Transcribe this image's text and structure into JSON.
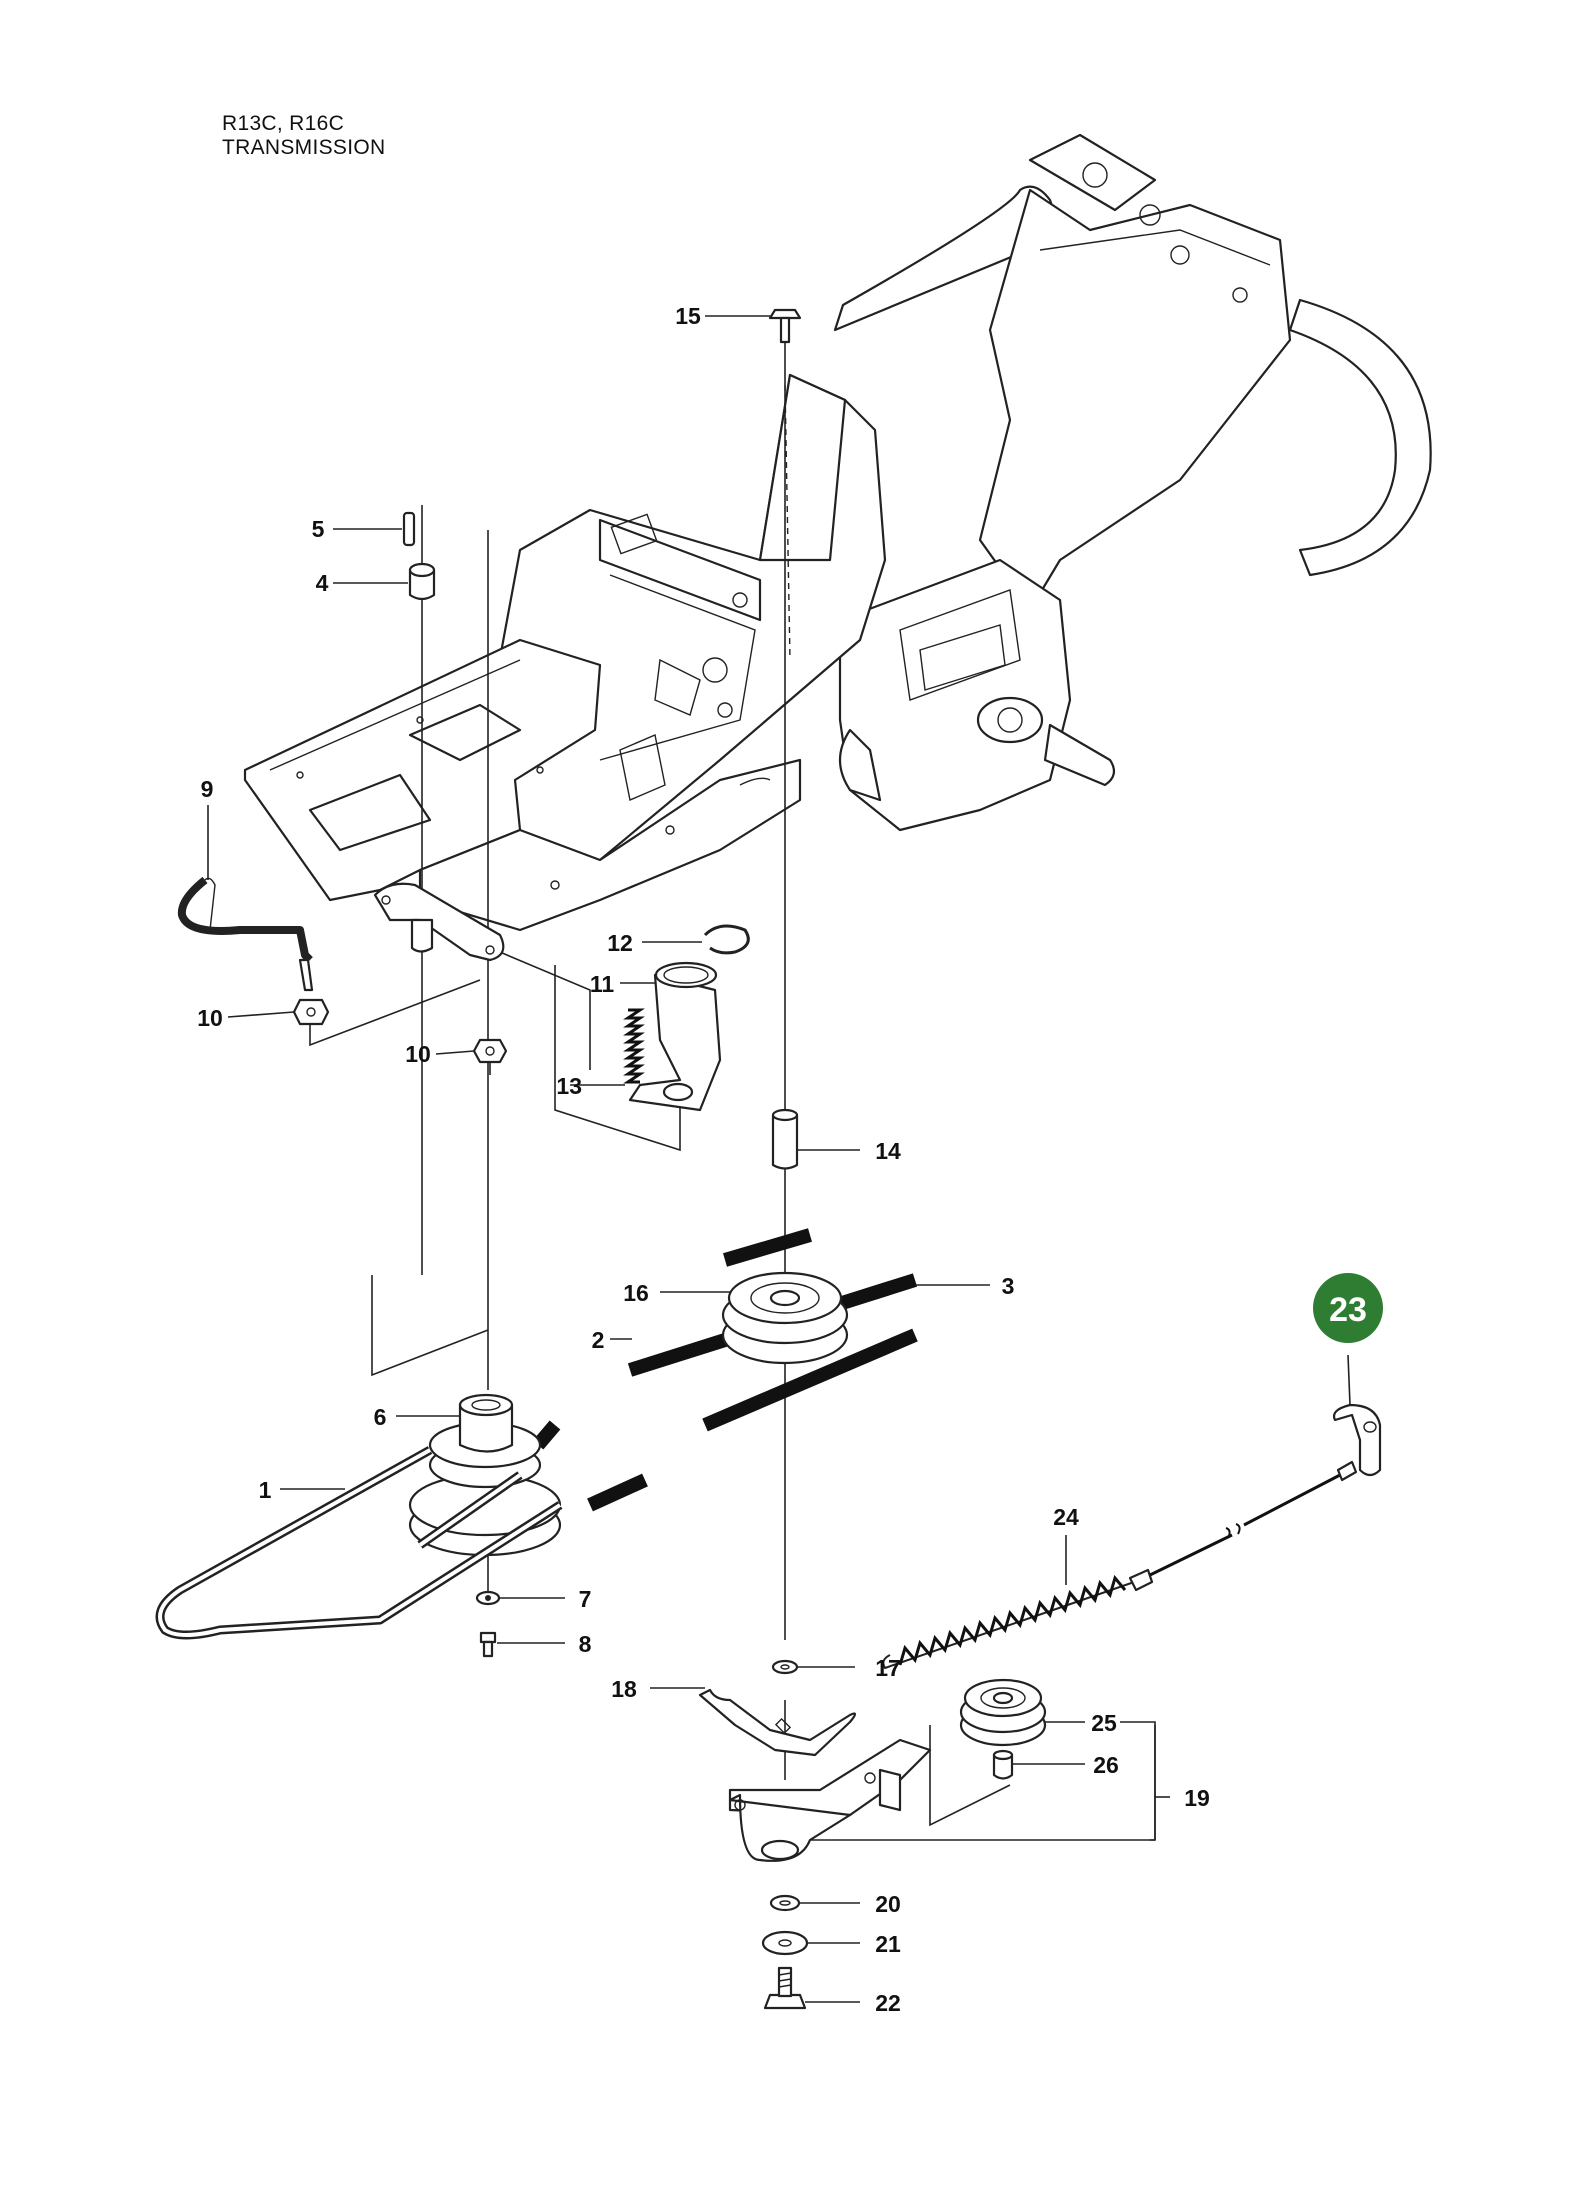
{
  "header": {
    "models": "R13C, R16C",
    "section": "TRANSMISSION"
  },
  "highlight": {
    "label": "23",
    "color": "#2e7d32"
  },
  "callouts": [
    {
      "id": "15",
      "label": "15"
    },
    {
      "id": "5",
      "label": "5"
    },
    {
      "id": "4",
      "label": "4"
    },
    {
      "id": "9",
      "label": "9"
    },
    {
      "id": "10a",
      "label": "10"
    },
    {
      "id": "10b",
      "label": "10"
    },
    {
      "id": "12",
      "label": "12"
    },
    {
      "id": "11",
      "label": "11"
    },
    {
      "id": "13",
      "label": "13"
    },
    {
      "id": "14",
      "label": "14"
    },
    {
      "id": "16",
      "label": "16"
    },
    {
      "id": "3",
      "label": "3"
    },
    {
      "id": "2",
      "label": "2"
    },
    {
      "id": "6",
      "label": "6"
    },
    {
      "id": "1",
      "label": "1"
    },
    {
      "id": "7",
      "label": "7"
    },
    {
      "id": "8",
      "label": "8"
    },
    {
      "id": "24",
      "label": "24"
    },
    {
      "id": "17",
      "label": "17"
    },
    {
      "id": "18",
      "label": "18"
    },
    {
      "id": "25",
      "label": "25"
    },
    {
      "id": "26",
      "label": "26"
    },
    {
      "id": "19",
      "label": "19"
    },
    {
      "id": "20",
      "label": "20"
    },
    {
      "id": "21",
      "label": "21"
    },
    {
      "id": "22",
      "label": "22"
    }
  ]
}
